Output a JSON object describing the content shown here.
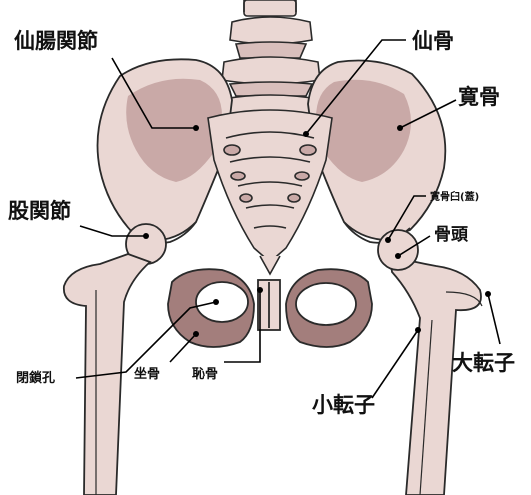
{
  "labels": {
    "sacroiliac_joint": "仙腸関節",
    "sacrum": "仙骨",
    "ilium": "寛骨",
    "hip_joint": "股関節",
    "acetabulum": "寛骨臼(蓋)",
    "femoral_head": "骨頭",
    "greater_trochanter": "大転子",
    "lesser_trochanter": "小転子",
    "obturator_foramen": "閉鎖孔",
    "ischium": "坐骨",
    "pubis": "恥骨"
  },
  "colors": {
    "bone": "#ead7d3",
    "bone_shade": "#c9a9a7",
    "ischium_fill": "#a37e7c",
    "outline": "#2a2a2a",
    "leader": "#000000"
  }
}
